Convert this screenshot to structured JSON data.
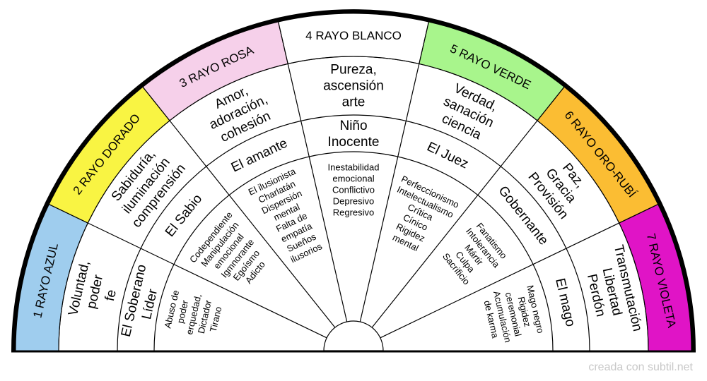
{
  "sectors": [
    {
      "ray": "1 RAYO AZUL",
      "color": "#9fcdee",
      "qualities": [
        "Voluntad,",
        "poder",
        "fe"
      ],
      "archetype": [
        "El Soberano",
        "Líder"
      ],
      "shadow": [
        "Abuso de",
        "poder",
        "erquedad,",
        "Dictador",
        "Tirano"
      ]
    },
    {
      "ray": "2 RAYO DORADO",
      "color": "#f9f443",
      "qualities": [
        "Sabiduría,",
        "iluminación",
        "comprensión"
      ],
      "archetype": [
        "El Sabio"
      ],
      "shadow": [
        "Codependiente",
        "Manipulación",
        "emocional",
        "Igmnorante",
        "Egoísmo",
        "Adicto"
      ]
    },
    {
      "ray": "3 RAYO ROSA",
      "color": "#f6d0ea",
      "qualities": [
        "Amor,",
        "adoración,",
        "cohesión"
      ],
      "archetype": [
        "El amante"
      ],
      "shadow": [
        "El ilusionista",
        "Charlatán",
        "Dispersión",
        "mental",
        "Falta de",
        "empatía",
        "Sueños",
        "ilusorios"
      ]
    },
    {
      "ray": "4 RAYO BLANCO",
      "color": "#ffffff",
      "qualities": [
        "Pureza,",
        "ascensión",
        "arte"
      ],
      "archetype": [
        "Niño",
        "Inocente"
      ],
      "shadow": [
        "Inestabilidad",
        "emocional",
        "Conflictivo",
        "Depresivo",
        "Regresivo"
      ]
    },
    {
      "ray": "5 RAYO VERDE",
      "color": "#a8f58c",
      "qualities": [
        "Verdad,",
        "sanación",
        "ciencia"
      ],
      "archetype": [
        "El Juez"
      ],
      "shadow": [
        "Perfeccionismo",
        "Intelectualismo",
        "Crítica",
        "Cínico",
        "Rigidez",
        "mental"
      ]
    },
    {
      "ray": "6 RAYO ORO-RUBÍ",
      "color": "#fbbd33",
      "qualities": [
        "Paz,",
        "Gracia",
        "Provisión"
      ],
      "archetype": [
        "Gobernante"
      ],
      "shadow": [
        "Fanatismo",
        "Intolerancia",
        "Mártir",
        "Culpa",
        "Sacrificio"
      ]
    },
    {
      "ray": "7 RAYO VIOLETA",
      "color": "#e014c6",
      "qualities": [
        "Transmutación",
        "Libertad",
        "Perdón"
      ],
      "archetype": [
        "El mago"
      ],
      "shadow": [
        "Mago negro",
        "Rigidez",
        "ceremonial",
        "Acumulación",
        "de karma"
      ]
    }
  ],
  "footer": "creada con subtil.net"
}
